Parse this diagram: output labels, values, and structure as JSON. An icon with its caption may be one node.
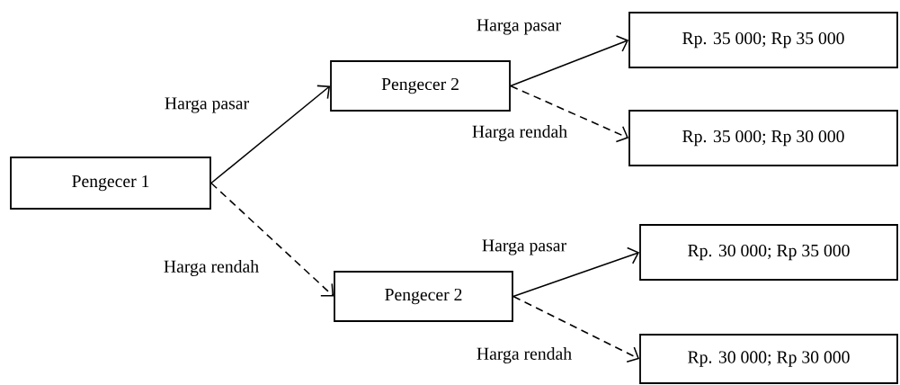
{
  "diagram": {
    "nodes": [
      {
        "text": [
          "Pengecer 1"
        ]
      },
      {
        "text": [
          "Pengecer 2"
        ]
      },
      {
        "text": [
          "Pengecer 2"
        ]
      },
      {
        "text": [
          "Rp. 35 000; Rp 35 000"
        ]
      },
      {
        "text": [
          "Rp. 35 000; Rp 30 000"
        ]
      },
      {
        "text": [
          "Rp. 30 000; Rp 35 000"
        ]
      },
      {
        "text": [
          "Rp. 30 000; Rp 30 000"
        ]
      }
    ],
    "edges": [
      {
        "from": 0,
        "to": 1,
        "arrow": "to",
        "label": "Harga pasar"
      },
      {
        "from": 0,
        "to": 2,
        "arrow": "to",
        "label": "Harga rendah",
        "style": "dashed"
      },
      {
        "from": 1,
        "to": 3,
        "arrow": "to",
        "label": "Harga pasar"
      },
      {
        "from": 1,
        "to": 4,
        "arrow": "to",
        "label": "Harga rendah",
        "style": "dashed"
      },
      {
        "from": 2,
        "to": 5,
        "arrow": "to",
        "label": "Harga pasar"
      },
      {
        "from": 2,
        "to": 6,
        "arrow": "to",
        "label": "Harga rendah",
        "style": "dashed"
      }
    ]
  }
}
